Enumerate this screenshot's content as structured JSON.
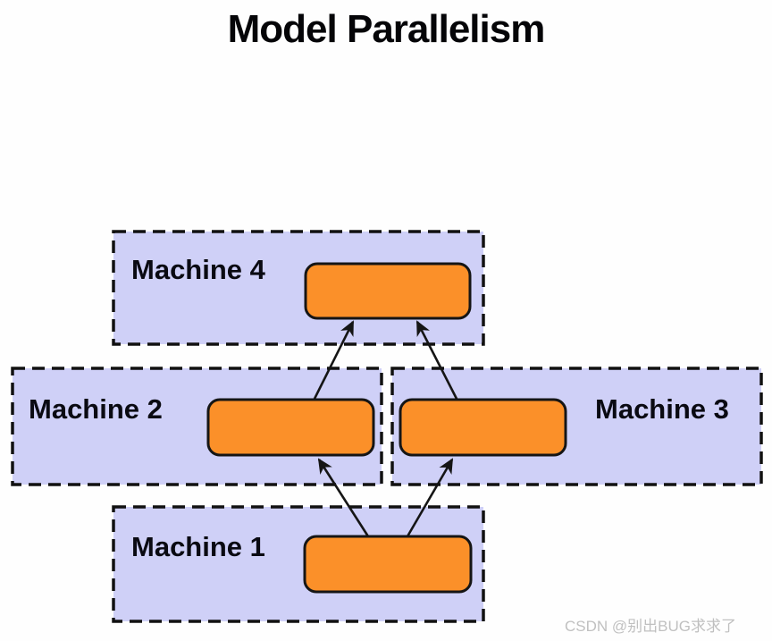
{
  "title": "Model Parallelism",
  "watermark": "CSDN @别出BUG求求了",
  "colors": {
    "box_fill": "#cfd0f7",
    "box_border": "#111111",
    "node_fill": "#fb9029",
    "node_border": "#151515",
    "arrow": "#151515",
    "title_text": "#050508",
    "label_text": "#0a0a12",
    "watermark_text": "#c0c0c0",
    "background": "#fefefe"
  },
  "machines": [
    {
      "id": "machine-1",
      "label": "Machine 1"
    },
    {
      "id": "machine-2",
      "label": "Machine 2"
    },
    {
      "id": "machine-3",
      "label": "Machine 3"
    },
    {
      "id": "machine-4",
      "label": "Machine 4"
    }
  ],
  "edges": [
    {
      "from": "machine-1",
      "to": "machine-2"
    },
    {
      "from": "machine-1",
      "to": "machine-3"
    },
    {
      "from": "machine-2",
      "to": "machine-4"
    },
    {
      "from": "machine-3",
      "to": "machine-4"
    }
  ]
}
